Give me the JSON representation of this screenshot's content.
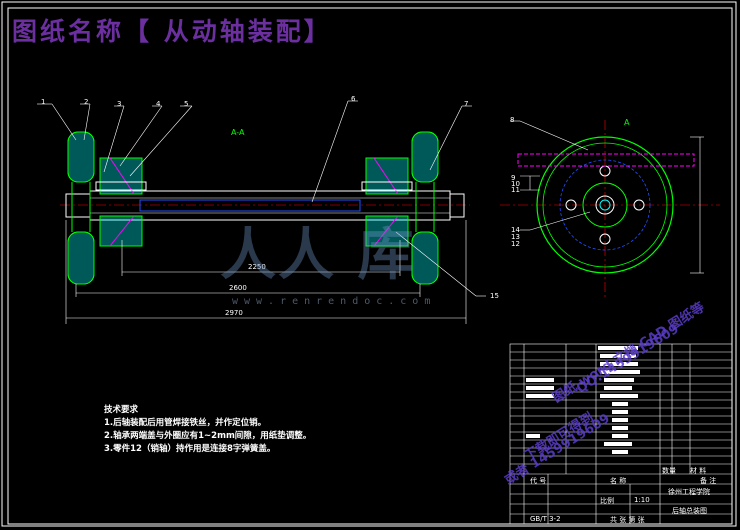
{
  "title": "图纸名称【 从动轴装配】",
  "view_label_a": "A-A",
  "view_label_b": "A",
  "part_callouts": [
    "1",
    "2",
    "3",
    "4",
    "5",
    "6",
    "7",
    "8",
    "9",
    "10",
    "11",
    "12",
    "13",
    "14",
    "15"
  ],
  "dimensions": {
    "inner_span": "2250",
    "middle_span": "2600",
    "overall_length": "2970"
  },
  "technical_notes": {
    "heading": "技术要求",
    "items": [
      "1.后轴装配后用管焊接铁丝，并作定位销。",
      "2.轴承两端盖与外圈应有1~2mm间隙，用纸垫调整。",
      "3.零件12（销轴）持作用是连接8字弹簧盖。"
    ]
  },
  "watermark": {
    "logo_text": "人人  库",
    "url": "www.renrendoc.com"
  },
  "promo_text": [
    "图纸 word 文档 CAD 图纸等",
    "QQ:1459919609",
    "下载即可得到",
    "或者 1459919609"
  ],
  "title_block": {
    "school": "徐州工程学院",
    "drawing_name": "后轴总装图",
    "scale_label": "比例",
    "scale_value": "1:10",
    "sheet_text": "共  张 第  张",
    "standard": "GB/T 3-2",
    "name_label": "名 称",
    "qty_label": "数量",
    "material_label": "材  料",
    "remark_label": "备 注",
    "code_label": "代 号"
  },
  "colors": {
    "cyan": "#00ffff",
    "green": "#00ff00",
    "white": "#ffffff",
    "magenta": "#ff00ff",
    "purple": "#6b2fa0",
    "yellow": "#ffff00"
  }
}
